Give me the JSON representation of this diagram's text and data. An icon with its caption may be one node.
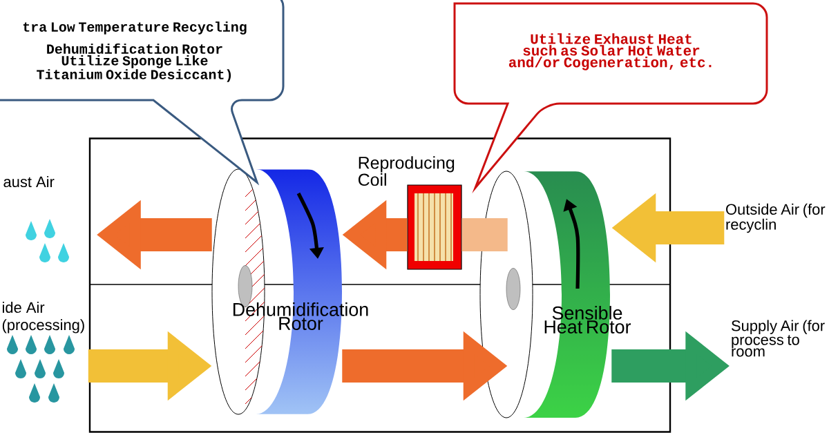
{
  "diagram": {
    "nodes": [
      {
        "text": [
          "tra Low Temperature Recycling Dehumidification Rotor",
          "Utilize Sponge Like Titanium Oxide Desiccant)"
        ]
      },
      {
        "text": [
          "Utilize Exhaust Heat such as Solar Hot Water and/or Cogeneration, etc."
        ]
      },
      {
        "text": [],
        "shape": "box"
      },
      {
        "text": [
          "Reproducing Coil"
        ],
        "in": 2
      },
      {
        "text": [
          "Dehumidification Rotor"
        ],
        "in": 2
      },
      {
        "text": [
          "Sensible Heat Rotor"
        ],
        "in": 2
      },
      {
        "text": [
          "aust Air"
        ]
      },
      {
        "text": [
          "ide Air (processing)"
        ]
      },
      {
        "text": [
          "Outside Air (for recyclin"
        ]
      },
      {
        "text": [
          "Supply Air (for process to room"
        ]
      }
    ],
    "edges": [
      {
        "from": 8,
        "to": 5,
        "arrow": "to",
        "color": "#f2c037"
      },
      {
        "from": 5,
        "to": 3,
        "arrow": "none",
        "color": "#f4b98a"
      },
      {
        "from": 3,
        "to": 4,
        "arrow": "to",
        "color": "#ee6c2c"
      },
      {
        "from": 4,
        "to": 6,
        "arrow": "to",
        "color": "#ee6c2c"
      },
      {
        "from": 7,
        "to": 4,
        "arrow": "to",
        "color": "#f2c037"
      },
      {
        "from": 4,
        "to": 5,
        "arrow": "to",
        "color": "#ee6c2c"
      },
      {
        "from": 5,
        "to": 9,
        "arrow": "to",
        "color": "#2e9e60"
      }
    ]
  }
}
